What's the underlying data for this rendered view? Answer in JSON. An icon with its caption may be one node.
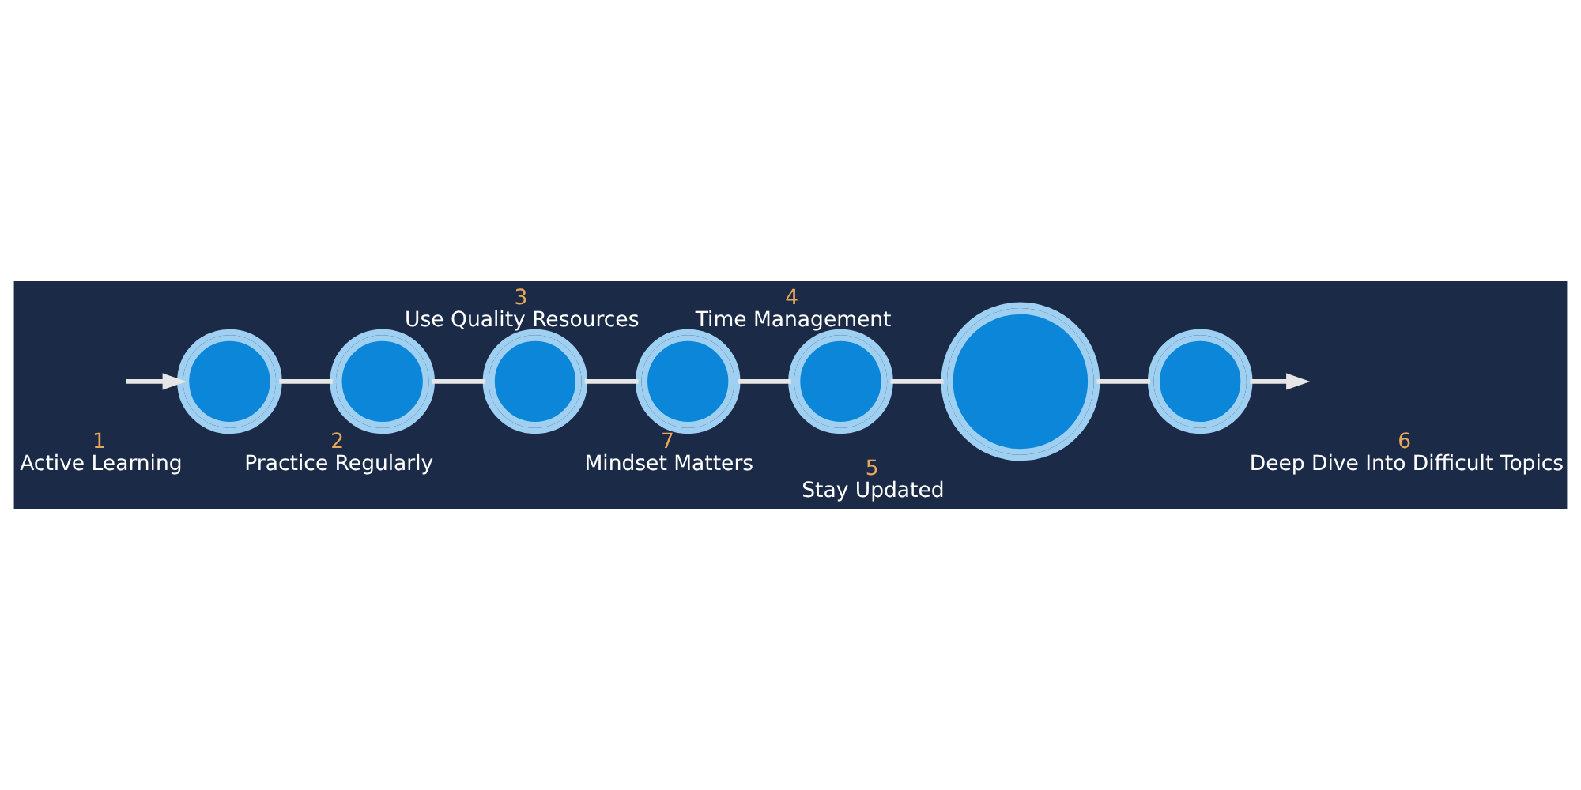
{
  "diagram": {
    "nodes": [
      {
        "text": [],
        "shape": "circle",
        "beside": [
          "1",
          "Active Learning"
        ]
      },
      {
        "text": [],
        "shape": "circle",
        "beside": [
          "2",
          "Practice Regularly"
        ]
      },
      {
        "text": [],
        "shape": "circle",
        "beside": [
          "7",
          "Mindset Matters"
        ]
      },
      {
        "text": [],
        "shape": "circle",
        "beside": [
          "3",
          "Use Quality Resources"
        ]
      },
      {
        "text": [],
        "shape": "circle",
        "beside": [
          "4",
          "Time Management"
        ]
      },
      {
        "text": [],
        "shape": "circle",
        "beside": [
          "5",
          "Stay Updated"
        ]
      },
      {
        "text": [],
        "shape": "circle",
        "beside": [
          "6",
          "Deep Dive Into Difficult Topics"
        ]
      }
    ],
    "edges": [
      {
        "from": null,
        "to": 0,
        "arrow": "to"
      },
      {
        "from": 0,
        "to": 1,
        "arrow": "none"
      },
      {
        "from": 1,
        "to": 2,
        "arrow": "none"
      },
      {
        "from": 2,
        "to": 3,
        "arrow": "none"
      },
      {
        "from": 3,
        "to": 4,
        "arrow": "none"
      },
      {
        "from": 4,
        "to": 5,
        "arrow": "none"
      },
      {
        "from": 5,
        "to": 6,
        "arrow": "none"
      },
      {
        "from": 6,
        "to": null,
        "arrow": "to"
      }
    ]
  }
}
